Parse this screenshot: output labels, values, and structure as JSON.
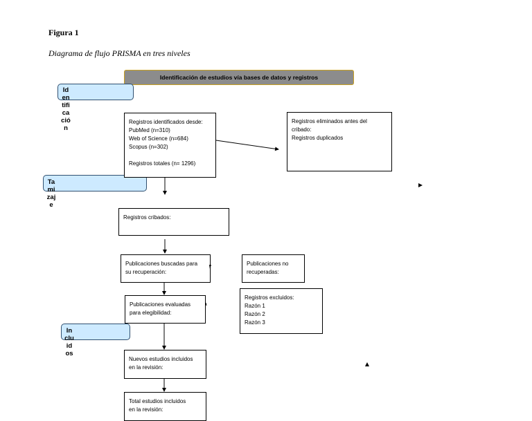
{
  "figure": {
    "number": "Figura 1",
    "title": "Diagrama de flujo PRISMA en tres niveles"
  },
  "header": {
    "label": "Identificación de estudios vía bases de datos y registros"
  },
  "stages": {
    "identificacion": "Id\nen\ntifi\nca\nció\nn",
    "tamizaje": "Ta\nmi\nzaj\ne",
    "incluidos": "In\nclu\nid\nos"
  },
  "boxes": {
    "identified": "Registros identificados desde:\nPubMed (n=310)\nWeb of Science (n=684)\nScopus (n=302)\n\nRegistros totales (n= 1296)",
    "removed": "Registros eliminados antes del\ncribado:\nRegistros duplicados",
    "screened": "Registros cribados:",
    "sought": "Publicaciones buscadas para\nsu recuperación:",
    "not_retrieved": "Publicaciones no\nrecuperadas:",
    "assessed": "Publicaciones evaluadas\npara elegibilidad:",
    "excluded": "Registros excluidos:\nRazón 1\nRazón 2\nRazón 3",
    "new_included": "Nuevos estudios incluidos\nen la revisión:",
    "total_included": "Total estudios incluidos\nen la revisión:"
  }
}
